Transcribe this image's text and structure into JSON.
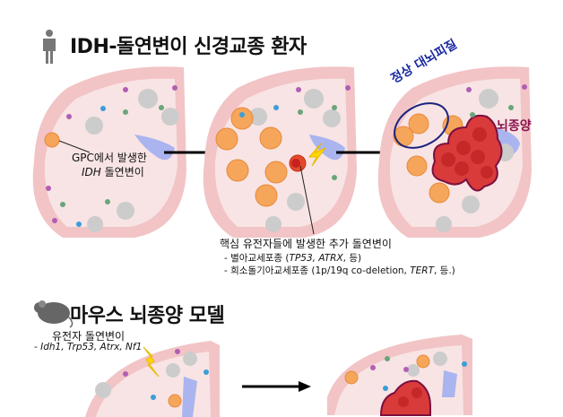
{
  "section1": {
    "title": "IDH-돌연변이 신경교종 환자",
    "icon": "person-icon",
    "stage1_label_line1": "GPC에서 발생한",
    "stage1_label_line2_italic": "IDH",
    "stage1_label_line2_rest": " 돌연변이",
    "stage3_normal_label": "정상 대뇌피질",
    "stage3_tumor_label": "뇌종양",
    "additional_mutations": {
      "heading": "핵심 유전자들에 발생한 추가 돌연변이",
      "line1_prefix": "- 별아교세포종 (",
      "line1_italic": "TP53, ATRX",
      "line1_suffix": ", 등)",
      "line2_prefix": "- 희소돌기아교세포종 (1p/19q co-deletion, ",
      "line2_italic": "TERT",
      "line2_suffix": ", 등.)"
    }
  },
  "section2": {
    "title": "마우스 뇌종양 모델",
    "icon": "mouse-icon",
    "mutation_heading": "유전자 돌연변이",
    "mutation_genes": "- Idh1, Trp53, Atrx, Nf1"
  },
  "colors": {
    "brain_outer": "#f2c4c6",
    "brain_inner": "#f8e4e4",
    "gpc_cell": "#f5a65b",
    "tumor": "#d93a3a",
    "tumor_outline": "#7a1040",
    "normal_outline": "#1a237e",
    "normal_text": "#1a2aa0",
    "tumor_text": "#8b1450",
    "ventricle": "#aab4ee",
    "lightning": "#ffd700"
  }
}
